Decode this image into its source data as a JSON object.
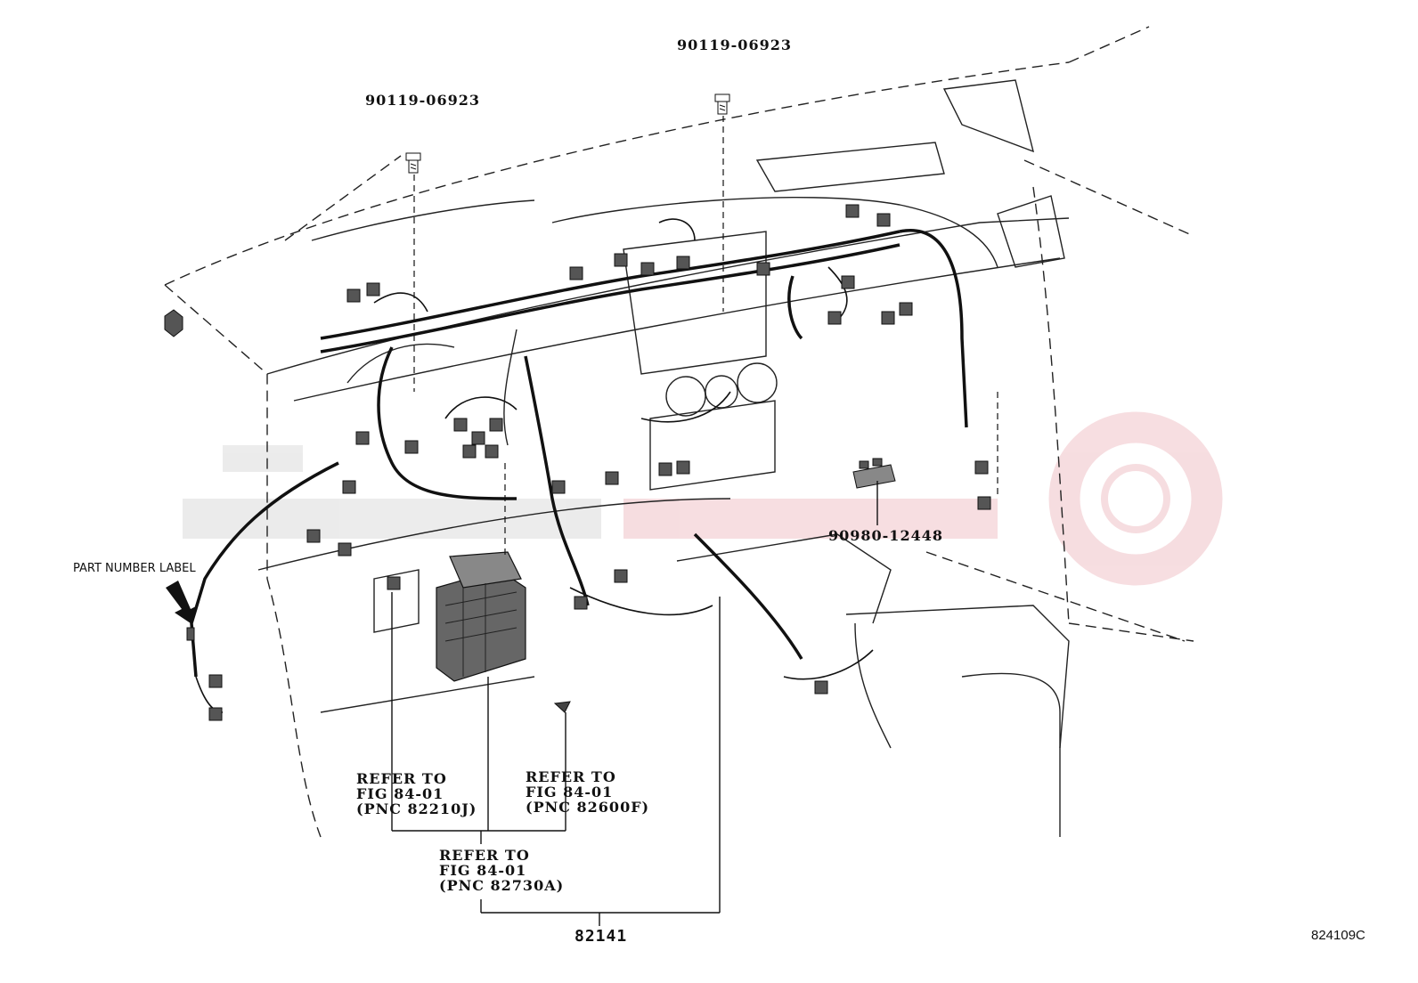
{
  "callouts": {
    "bolt_left": "90119-06923",
    "bolt_right": "90119-06923",
    "switch_part": "90980-12448",
    "part_number_label": "PART NUMBER LABEL",
    "main_harness": "82141",
    "figure_code": "824109C"
  },
  "refer_notes": {
    "ref_a": {
      "line1": "REFER TO",
      "line2": "FIG 84-01",
      "line3": "(PNC 82210J)"
    },
    "ref_b": {
      "line1": "REFER TO",
      "line2": "FIG 84-01",
      "line3": "(PNC 82600F)"
    },
    "ref_c": {
      "line1": "REFER TO",
      "line2": "FIG 84-01",
      "line3": "(PNC 82730A)"
    }
  },
  "watermark": {
    "color": "#e8a0a8"
  }
}
